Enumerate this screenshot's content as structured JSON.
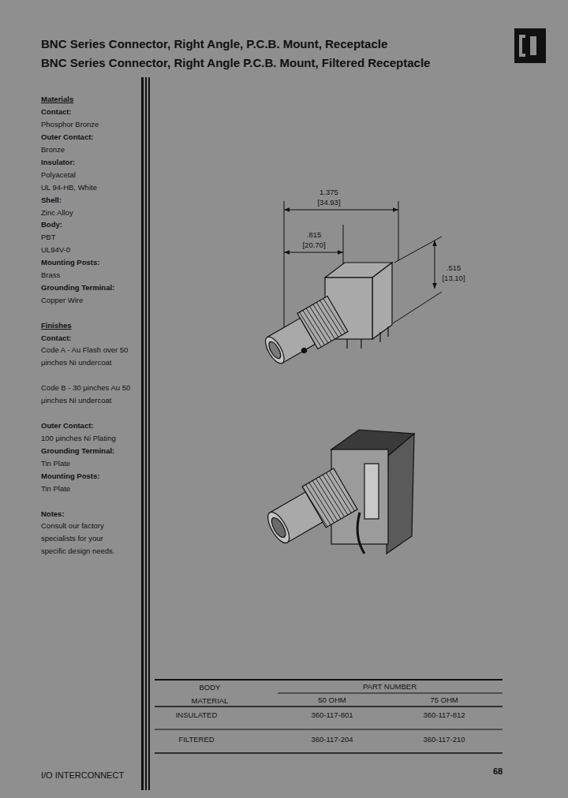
{
  "diagram": {
    "title": "BNC Series Connector, Right Angle, P.C.B. Mount, Receptacle",
    "labels": [
      "BNC Series Connector, Right Angle P.C.B. Mount, Filtered Receptacle",
      "Materials",
      "Contact:",
      "Phosphor Bronze",
      "Outer Contact:",
      "Bronze",
      "Insulator:",
      "Polyacetal",
      "UL 94-HB, White",
      "Shell:",
      "Zinc Alloy",
      "Body:",
      "PBT",
      "UL94V-0",
      "Mounting Posts:",
      "Brass",
      "Grounding Terminal:",
      "Copper Wire",
      "Finishes",
      "Contact:",
      "Code A - Au Flash over 50 μinches Ni undercoat",
      "Code B - 30 μinches Au 50 μinches Ni undercoat",
      "Outer Contact:",
      "100 μinches Ni Plating",
      "Grounding Terminal:",
      "Tin Plate",
      "Mounting Posts:",
      "Tin Plate",
      "Notes:",
      "Consult our factory specialists for your specific design needs.",
      "1.375",
      "[34.93]",
      ".815",
      "[20.70]",
      ".515",
      "[13.10]",
      "BODY",
      "MATERIAL",
      "PART NUMBER",
      "50 OHM",
      "75 OHM",
      "INSULATED",
      "360-117-801",
      "360-117-812",
      "FILTERED",
      "360-117-204",
      "360-117-210",
      "I/O INTERCONNECT",
      "68"
    ]
  }
}
